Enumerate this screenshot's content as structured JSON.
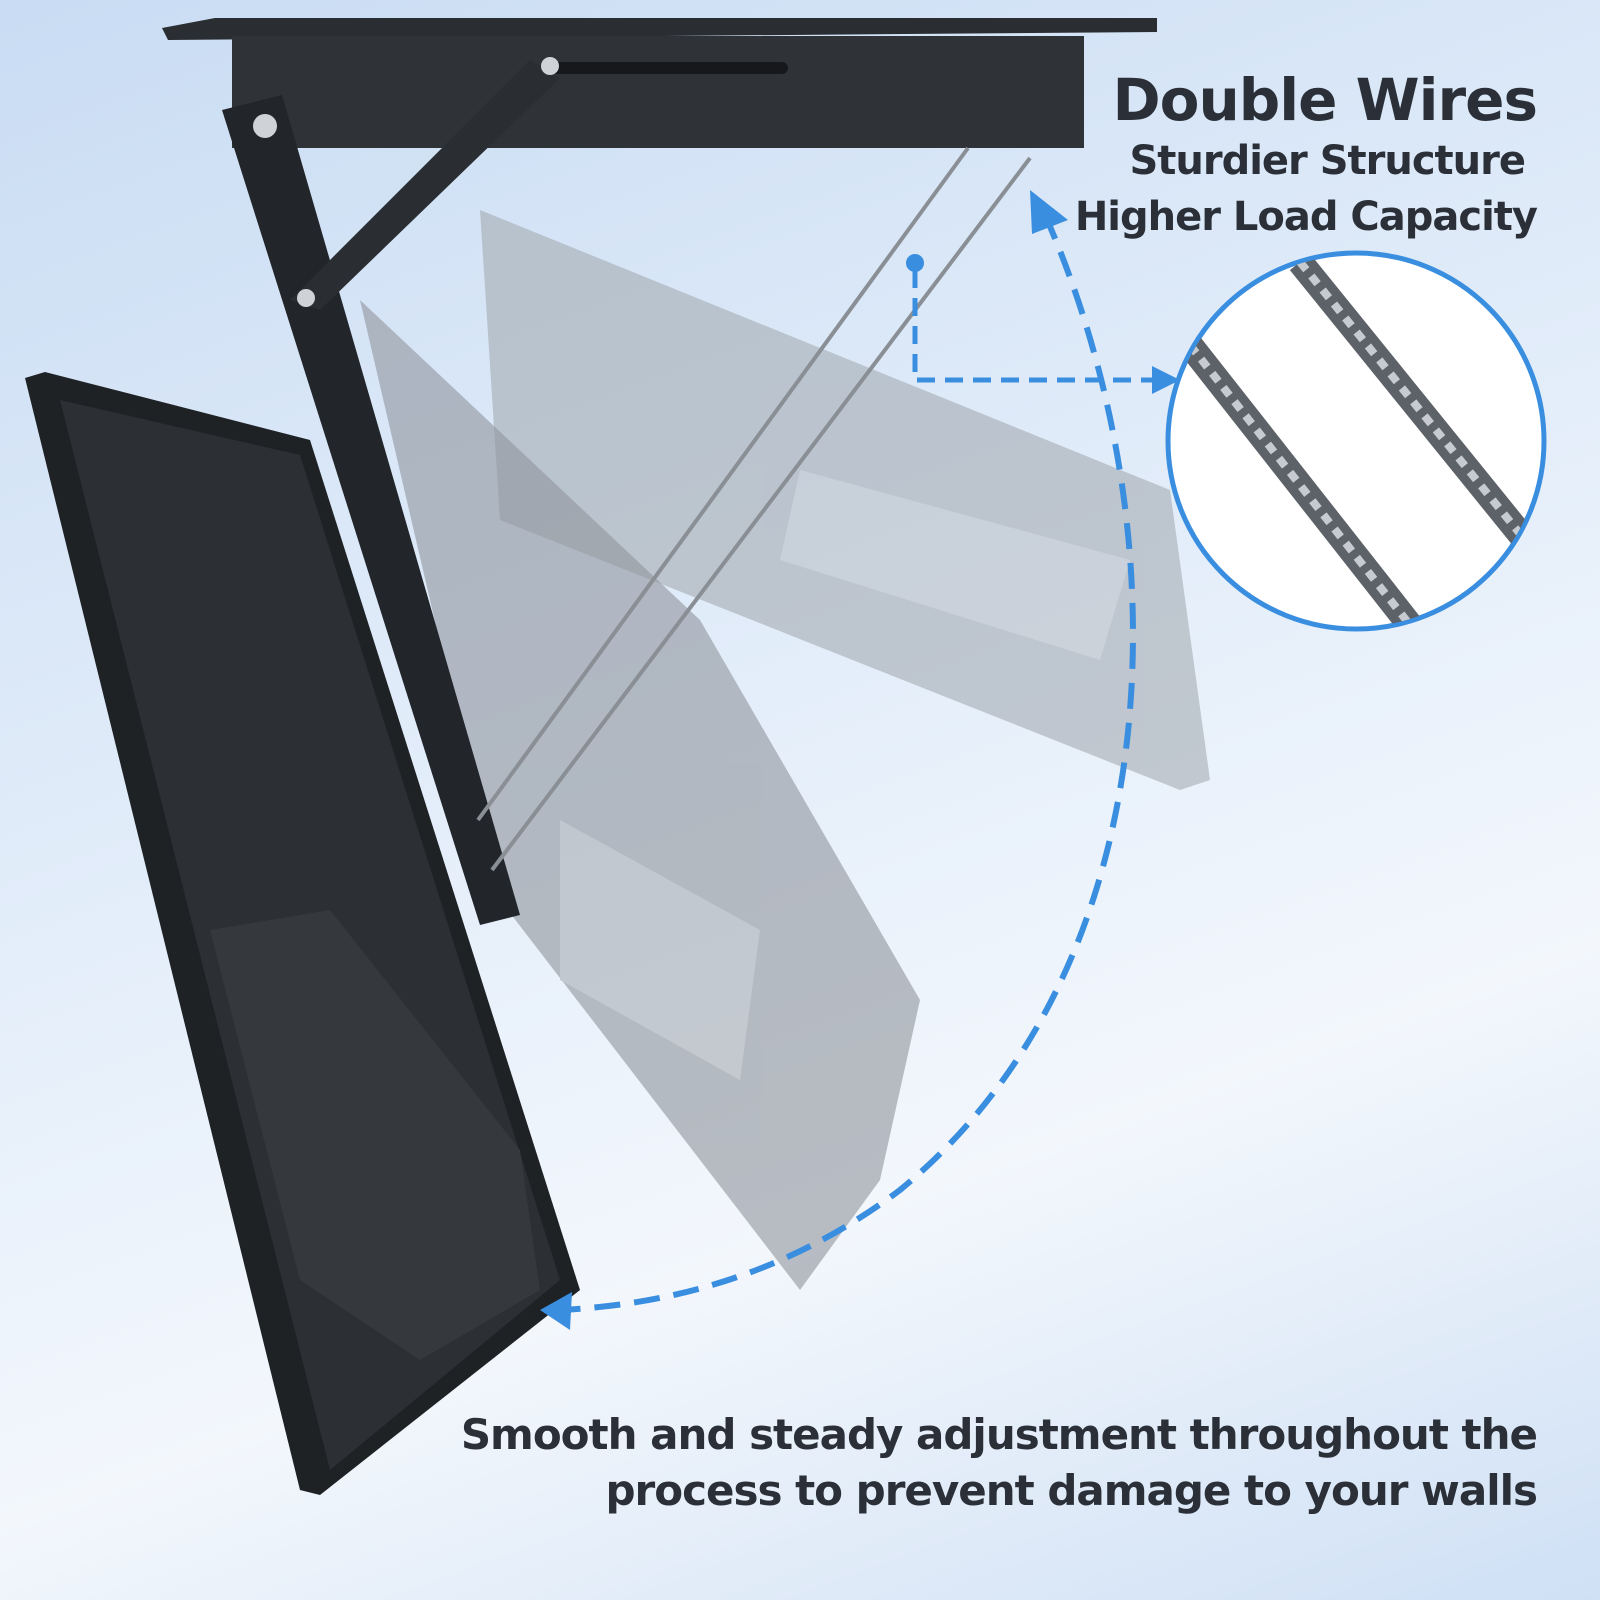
{
  "headline": {
    "title": "Double Wires",
    "line1": "Sturdier Structure",
    "line2": "Higher Load Capacity"
  },
  "caption": {
    "line1": "Smooth and steady adjustment throughout the",
    "line2": "process to prevent damage to your walls"
  },
  "colors": {
    "accent": "#3a8ee0",
    "text": "#2b3038",
    "metal": "#26292d"
  }
}
